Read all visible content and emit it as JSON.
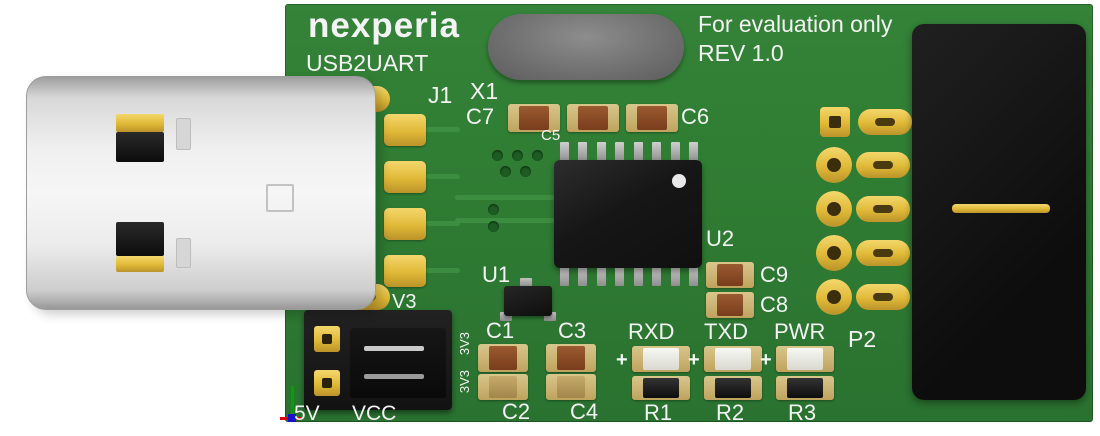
{
  "silkscreen": {
    "brand": "nexperia",
    "product": "USB2UART",
    "eval_note": "For evaluation only",
    "revision": "REV 1.0",
    "j1": "J1",
    "x1": "X1",
    "c7": "C7",
    "c5": "C5",
    "c6": "C6",
    "u1": "U1",
    "u2": "U2",
    "c9": "C9",
    "c8": "C8",
    "c1": "C1",
    "c3": "C3",
    "c2": "C2",
    "c4": "C4",
    "rxd": "RXD",
    "txd": "TXD",
    "pwr": "PWR",
    "led_plus_rxd": "+",
    "led_plus_txd": "+",
    "led_plus_pwr": "+",
    "r1": "R1",
    "r2": "R2",
    "r3": "R3",
    "p2": "P2",
    "rail_3v3_a": "3V3",
    "rail_3v3_b": "3V3",
    "v3": "V3",
    "v5": "5V",
    "vcc": "VCC"
  },
  "colors": {
    "pcb_green": "#2e7a32",
    "silkscreen_white": "#f3f3f3",
    "gold": "#e0b937",
    "component_black": "#161616",
    "crystal_gray": "#6f6f6f",
    "capacitor_body_brown": "#8a4a26",
    "capacitor_pad_tan": "#c9b475",
    "usb_shell_gray": "#ececec",
    "via_dark_green": "#1d5c22",
    "axis_red": "#dd0000",
    "axis_green": "#00a400",
    "axis_blue": "#1414cc"
  }
}
